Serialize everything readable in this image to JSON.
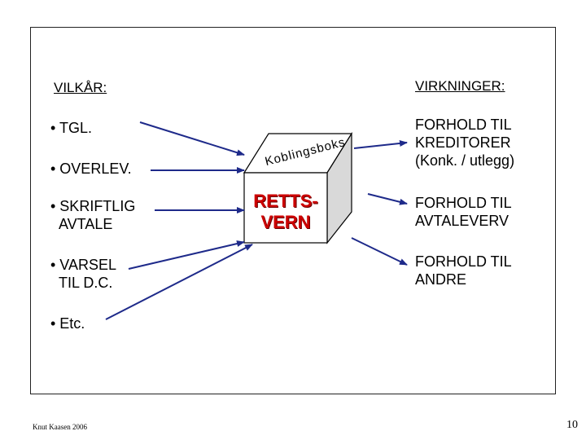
{
  "left_header": "VILKÅR:",
  "right_header": "VIRKNINGER:",
  "conditions": [
    "• TGL.",
    "• OVERLEV.",
    "• SKRIFTLIG",
    "AVTALE",
    "• VARSEL",
    "TIL D.C.",
    "• Etc."
  ],
  "box": {
    "top_label": "Koblingsboks",
    "front_line1": "RETTS-",
    "front_line2": "VERN"
  },
  "effects": [
    "FORHOLD TIL",
    "KREDITORER",
    "(Konk. / utlegg)",
    "FORHOLD TIL",
    "AVTALEVERV",
    "FORHOLD TIL",
    "ANDRE"
  ],
  "footer": {
    "author": "Knut Kaasen 2006",
    "page": "10"
  },
  "colors": {
    "arrow": "#1e2a8a",
    "box_front": "#ffffff",
    "box_side": "#d9d9d9",
    "box_top": "#ffffff",
    "box_text": "#cc0000"
  }
}
